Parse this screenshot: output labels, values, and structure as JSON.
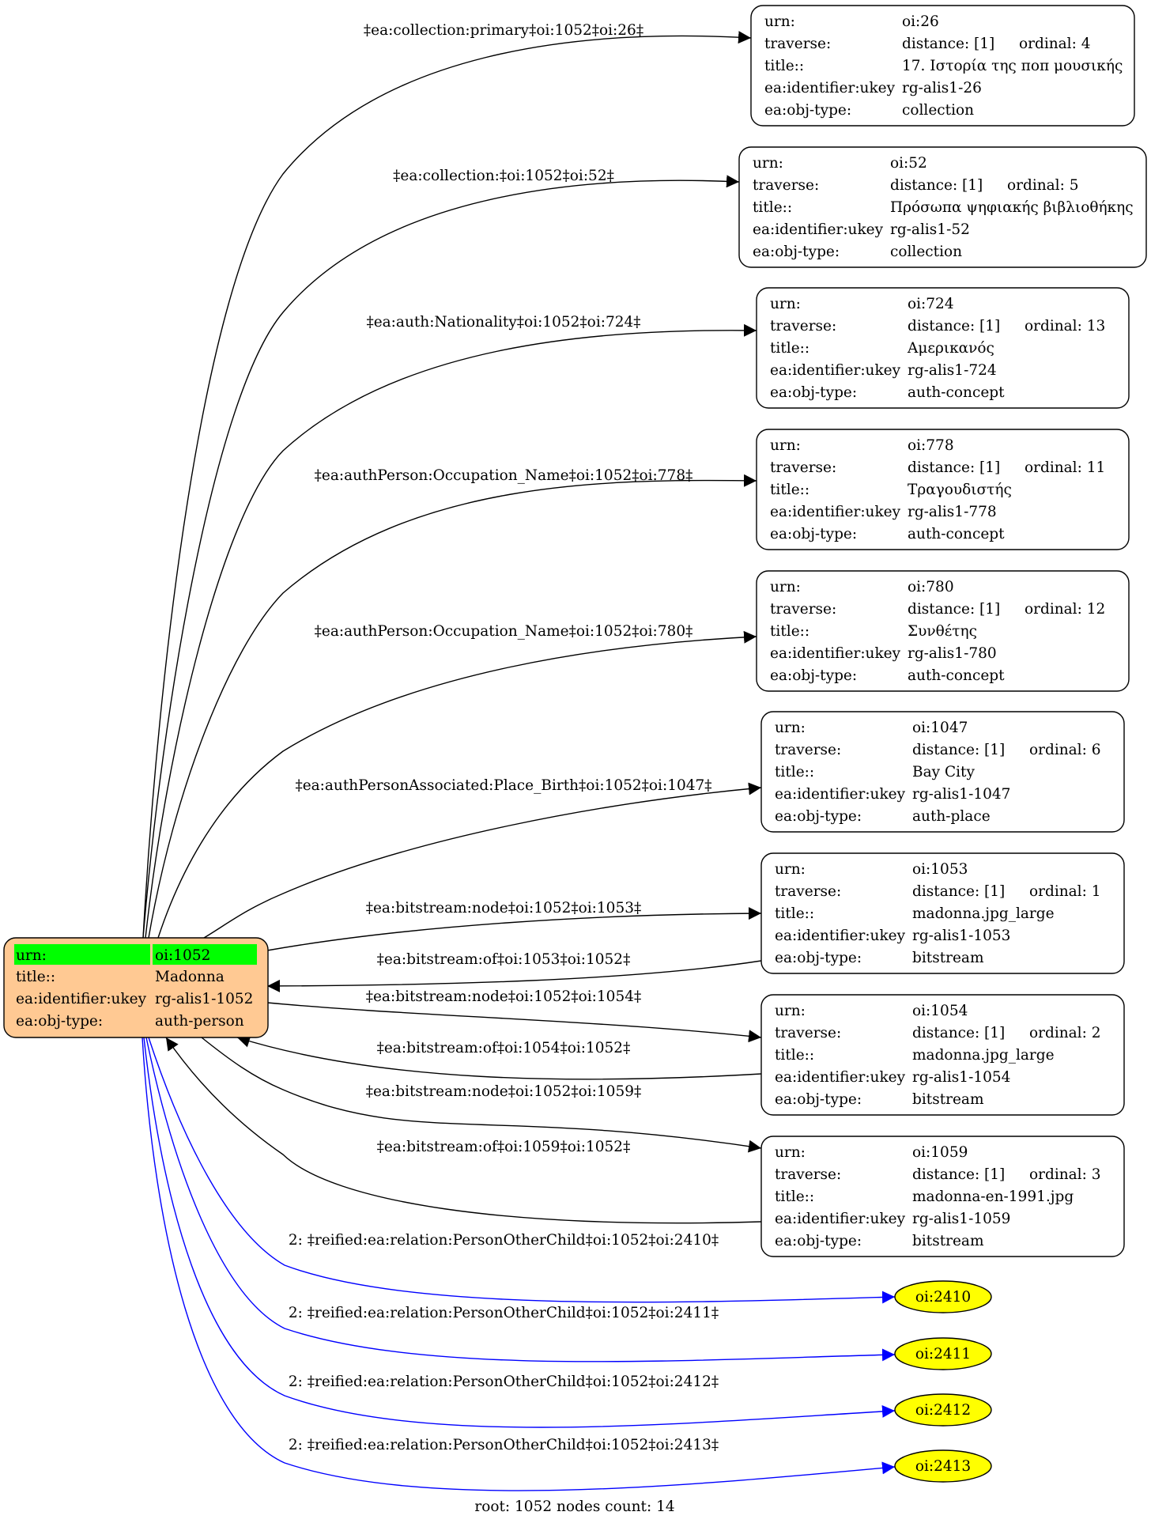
{
  "colors": {
    "root_fill": "#ffc993",
    "root_highlight": "#00ff00",
    "ellipse_fill": "#ffff00",
    "edge_black": "#000000",
    "edge_blue": "#0000ff"
  },
  "root": {
    "rows": [
      {
        "key": "urn:",
        "value": "oi:1052"
      },
      {
        "key": "title::",
        "value": "Madonna"
      },
      {
        "key": "ea:identifier:ukey",
        "value": "rg-alis1-1052"
      },
      {
        "key": "ea:obj-type:",
        "value": "auth-person"
      }
    ]
  },
  "nodes": [
    {
      "urn": "oi:26",
      "distance": "distance: [1]",
      "ordinal": "ordinal: 4",
      "title": "17. Ιστορία της ποπ μουσικής",
      "ukey": "rg-alis1-26",
      "type": "collection"
    },
    {
      "urn": "oi:52",
      "distance": "distance: [1]",
      "ordinal": "ordinal: 5",
      "title": "Πρόσωπα ψηφιακής βιβλιοθήκης",
      "ukey": "rg-alis1-52",
      "type": "collection"
    },
    {
      "urn": "oi:724",
      "distance": "distance: [1]",
      "ordinal": "ordinal: 13",
      "title": "Αμερικανός",
      "ukey": "rg-alis1-724",
      "type": "auth-concept"
    },
    {
      "urn": "oi:778",
      "distance": "distance: [1]",
      "ordinal": "ordinal: 11",
      "title": "Τραγουδιστής",
      "ukey": "rg-alis1-778",
      "type": "auth-concept"
    },
    {
      "urn": "oi:780",
      "distance": "distance: [1]",
      "ordinal": "ordinal: 12",
      "title": "Συνθέτης",
      "ukey": "rg-alis1-780",
      "type": "auth-concept"
    },
    {
      "urn": "oi:1047",
      "distance": "distance: [1]",
      "ordinal": "ordinal: 6",
      "title": "Bay City",
      "ukey": "rg-alis1-1047",
      "type": "auth-place"
    },
    {
      "urn": "oi:1053",
      "distance": "distance: [1]",
      "ordinal": "ordinal: 1",
      "title": "madonna.jpg_large",
      "ukey": "rg-alis1-1053",
      "type": "bitstream"
    },
    {
      "urn": "oi:1054",
      "distance": "distance: [1]",
      "ordinal": "ordinal: 2",
      "title": "madonna.jpg_large",
      "ukey": "rg-alis1-1054",
      "type": "bitstream"
    },
    {
      "urn": "oi:1059",
      "distance": "distance: [1]",
      "ordinal": "ordinal: 3",
      "title": "madonna-en-1991.jpg",
      "ukey": "rg-alis1-1059",
      "type": "bitstream"
    }
  ],
  "row_keys": {
    "urn": "urn:",
    "traverse": "traverse:",
    "title": "title::",
    "ukey": "ea:identifier:ukey",
    "type": "ea:obj-type:"
  },
  "ellipses": [
    "oi:2410",
    "oi:2411",
    "oi:2412",
    "oi:2413"
  ],
  "edges": [
    "‡ea:collection:primary‡oi:1052‡oi:26‡",
    "‡ea:collection:‡oi:1052‡oi:52‡",
    "‡ea:auth:Nationality‡oi:1052‡oi:724‡",
    "‡ea:authPerson:Occupation_Name‡oi:1052‡oi:778‡",
    "‡ea:authPerson:Occupation_Name‡oi:1052‡oi:780‡",
    "‡ea:authPersonAssociated:Place_Birth‡oi:1052‡oi:1047‡",
    "‡ea:bitstream:node‡oi:1052‡oi:1053‡",
    "‡ea:bitstream:of‡oi:1053‡oi:1052‡",
    "‡ea:bitstream:node‡oi:1052‡oi:1054‡",
    "‡ea:bitstream:of‡oi:1054‡oi:1052‡",
    "‡ea:bitstream:node‡oi:1052‡oi:1059‡",
    "‡ea:bitstream:of‡oi:1059‡oi:1052‡",
    "2: ‡reified:ea:relation:PersonOtherChild‡oi:1052‡oi:2410‡",
    "2: ‡reified:ea:relation:PersonOtherChild‡oi:1052‡oi:2411‡",
    "2: ‡reified:ea:relation:PersonOtherChild‡oi:1052‡oi:2412‡",
    "2: ‡reified:ea:relation:PersonOtherChild‡oi:1052‡oi:2413‡"
  ],
  "footer": "root: 1052 nodes count: 14"
}
